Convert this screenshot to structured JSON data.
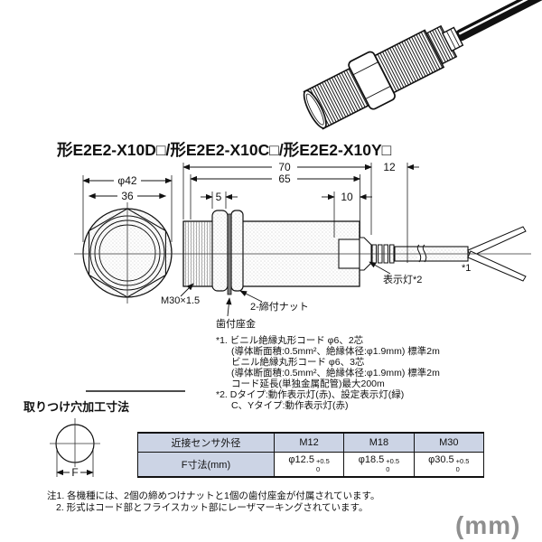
{
  "page": {
    "unit_label": "(mm)",
    "unit_color": "#8f8f8f",
    "line_color": "#111111",
    "table_header_bg": "#ccd4e5"
  },
  "title": "形E2E2-X10D□/形E2E2-X10C□/形E2E2-X10Y□",
  "drawing": {
    "dims": {
      "dia42": "φ42",
      "d36": "36",
      "d70": "70",
      "d65": "65",
      "d12": "12",
      "d10": "10",
      "d5": "5"
    },
    "labels": {
      "thread": "M30×1.5",
      "nuts": "2-締付ナット",
      "washer": "歯付座金",
      "indicator": "表示灯*2",
      "cord_ref": "*1"
    }
  },
  "notes": {
    "lines": [
      {
        "text": "*1. ビニル絶縁丸形コード φ6、2芯"
      },
      {
        "text": "(導体断面積:0.5mm²、絶縁体径:φ1.9mm) 標準2m"
      },
      {
        "text": "ビニル絶縁丸形コード φ6、3芯"
      },
      {
        "text": "(導体断面積:0.5mm²、絶縁体径:φ1.9mm) 標準2m"
      },
      {
        "text": "コード延長(単独金属配管)最大200m"
      },
      {
        "text": "*2. Dタイプ:動作表示灯(赤)、設定表示灯(緑)"
      },
      {
        "text": "C、Yタイプ:動作表示灯(赤)"
      }
    ]
  },
  "mounting": {
    "heading": "取りつけ穴加工寸法",
    "f_label": "F",
    "table": {
      "header": [
        "近接センサ外径",
        "M12",
        "M18",
        "M30"
      ],
      "row_label": "F寸法(mm)",
      "values": [
        {
          "base": "φ12.5",
          "tol_upper": "+0.5",
          "tol_lower": "0"
        },
        {
          "base": "φ18.5",
          "tol_upper": "+0.5",
          "tol_lower": "0"
        },
        {
          "base": "φ30.5",
          "tol_upper": "+0.5",
          "tol_lower": "0"
        }
      ]
    }
  },
  "footnotes": [
    "注1. 各機種には、2個の締めつけナットと1個の歯付座金が付属されています。",
    "2. 形式はコード部とフライスカット部にレーザマーキングされています。"
  ]
}
